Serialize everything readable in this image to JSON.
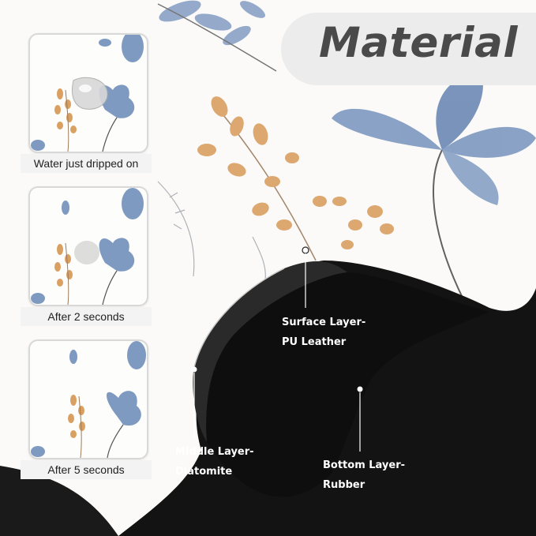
{
  "title": "Material",
  "thumbnails": [
    {
      "caption": "Water just dripped on",
      "droplet": "full"
    },
    {
      "caption": "After 2 seconds",
      "droplet": "fading"
    },
    {
      "caption": "After 5 seconds",
      "droplet": "gone"
    }
  ],
  "layers": {
    "surface": {
      "line1": "Surface Layer-",
      "line2": "PU Leather"
    },
    "middle": {
      "line1": "Middle Layer-",
      "line2": "Diatomite"
    },
    "bottom": {
      "line1": "Bottom Layer-",
      "line2": "Rubber"
    }
  },
  "colors": {
    "title_text": "#4a4a4a",
    "title_banner": "#ececec",
    "flower_blue": "#7f9ac0",
    "flower_orange": "#d9a062",
    "rubber_black": "#121212",
    "label_text": "#ffffff"
  }
}
